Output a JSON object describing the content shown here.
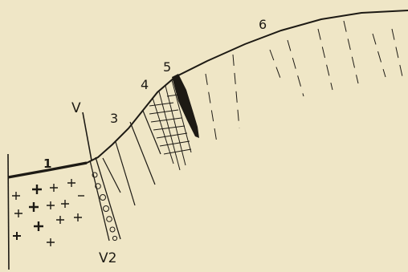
{
  "labels": {
    "l1": "1",
    "l3": "3",
    "l4": "4",
    "l5": "5",
    "l6": "6",
    "v": "V",
    "v2": "V2"
  },
  "colors": {
    "paper": "#efe6c6",
    "ink": "#1d1a14"
  }
}
